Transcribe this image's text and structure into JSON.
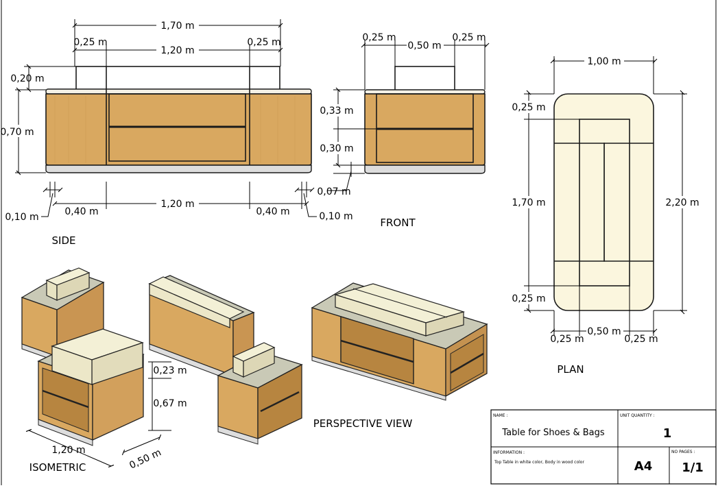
{
  "labels": {
    "side": "SIDE",
    "front": "FRONT",
    "plan": "PLAN",
    "isometric": "ISOMETRIC",
    "perspective": "PERSPECTIVE VIEW"
  },
  "dims": {
    "side_overall": "1,70 m",
    "side_left_inset": "0,25 m",
    "side_top_width": "1,20 m",
    "side_right_inset": "0,25 m",
    "side_top_height": "0,20 m",
    "side_body_height": "0,70 m",
    "side_left_end": "0,40 m",
    "side_bottom_width": "1,20 m",
    "side_right_end": "0,40 m",
    "side_left_radius": "0,10 m",
    "side_right_radius": "0,10 m",
    "front_left": "0,25 m",
    "front_mid": "0,50 m",
    "front_right": "0,25 m",
    "front_upper": "0,33 m",
    "front_lower": "0,30 m",
    "front_base": "0,07 m",
    "plan_width": "1,00 m",
    "plan_top_margin": "0,25 m",
    "plan_mid_length": "1,70 m",
    "plan_bottom_margin": "0,25 m",
    "plan_total_length": "2,20 m",
    "plan_bottom_left": "0,25 m",
    "plan_bottom_mid": "0,50 m",
    "plan_bottom_right": "0,25 m",
    "iso_top": "0,23 m",
    "iso_body": "0,67 m",
    "iso_length": "1,20 m",
    "iso_depth": "0,50 m"
  },
  "title_block": {
    "name_label": "NAME :",
    "name_value": "Table for Shoes & Bags",
    "qty_label": "UNIT QUANTITY :",
    "qty_value": "1",
    "info_label": "INFORMATION :",
    "info_value": "Top Table in white color, Body in wood color",
    "paper_size": "A4",
    "pages_label": "NO PAGES :",
    "pages_value": "1/1"
  },
  "colors": {
    "wood": "#d9a860",
    "top_cream": "#fbf6de",
    "base_grey": "#dddddd",
    "top_grey": "#c8c8b8"
  }
}
